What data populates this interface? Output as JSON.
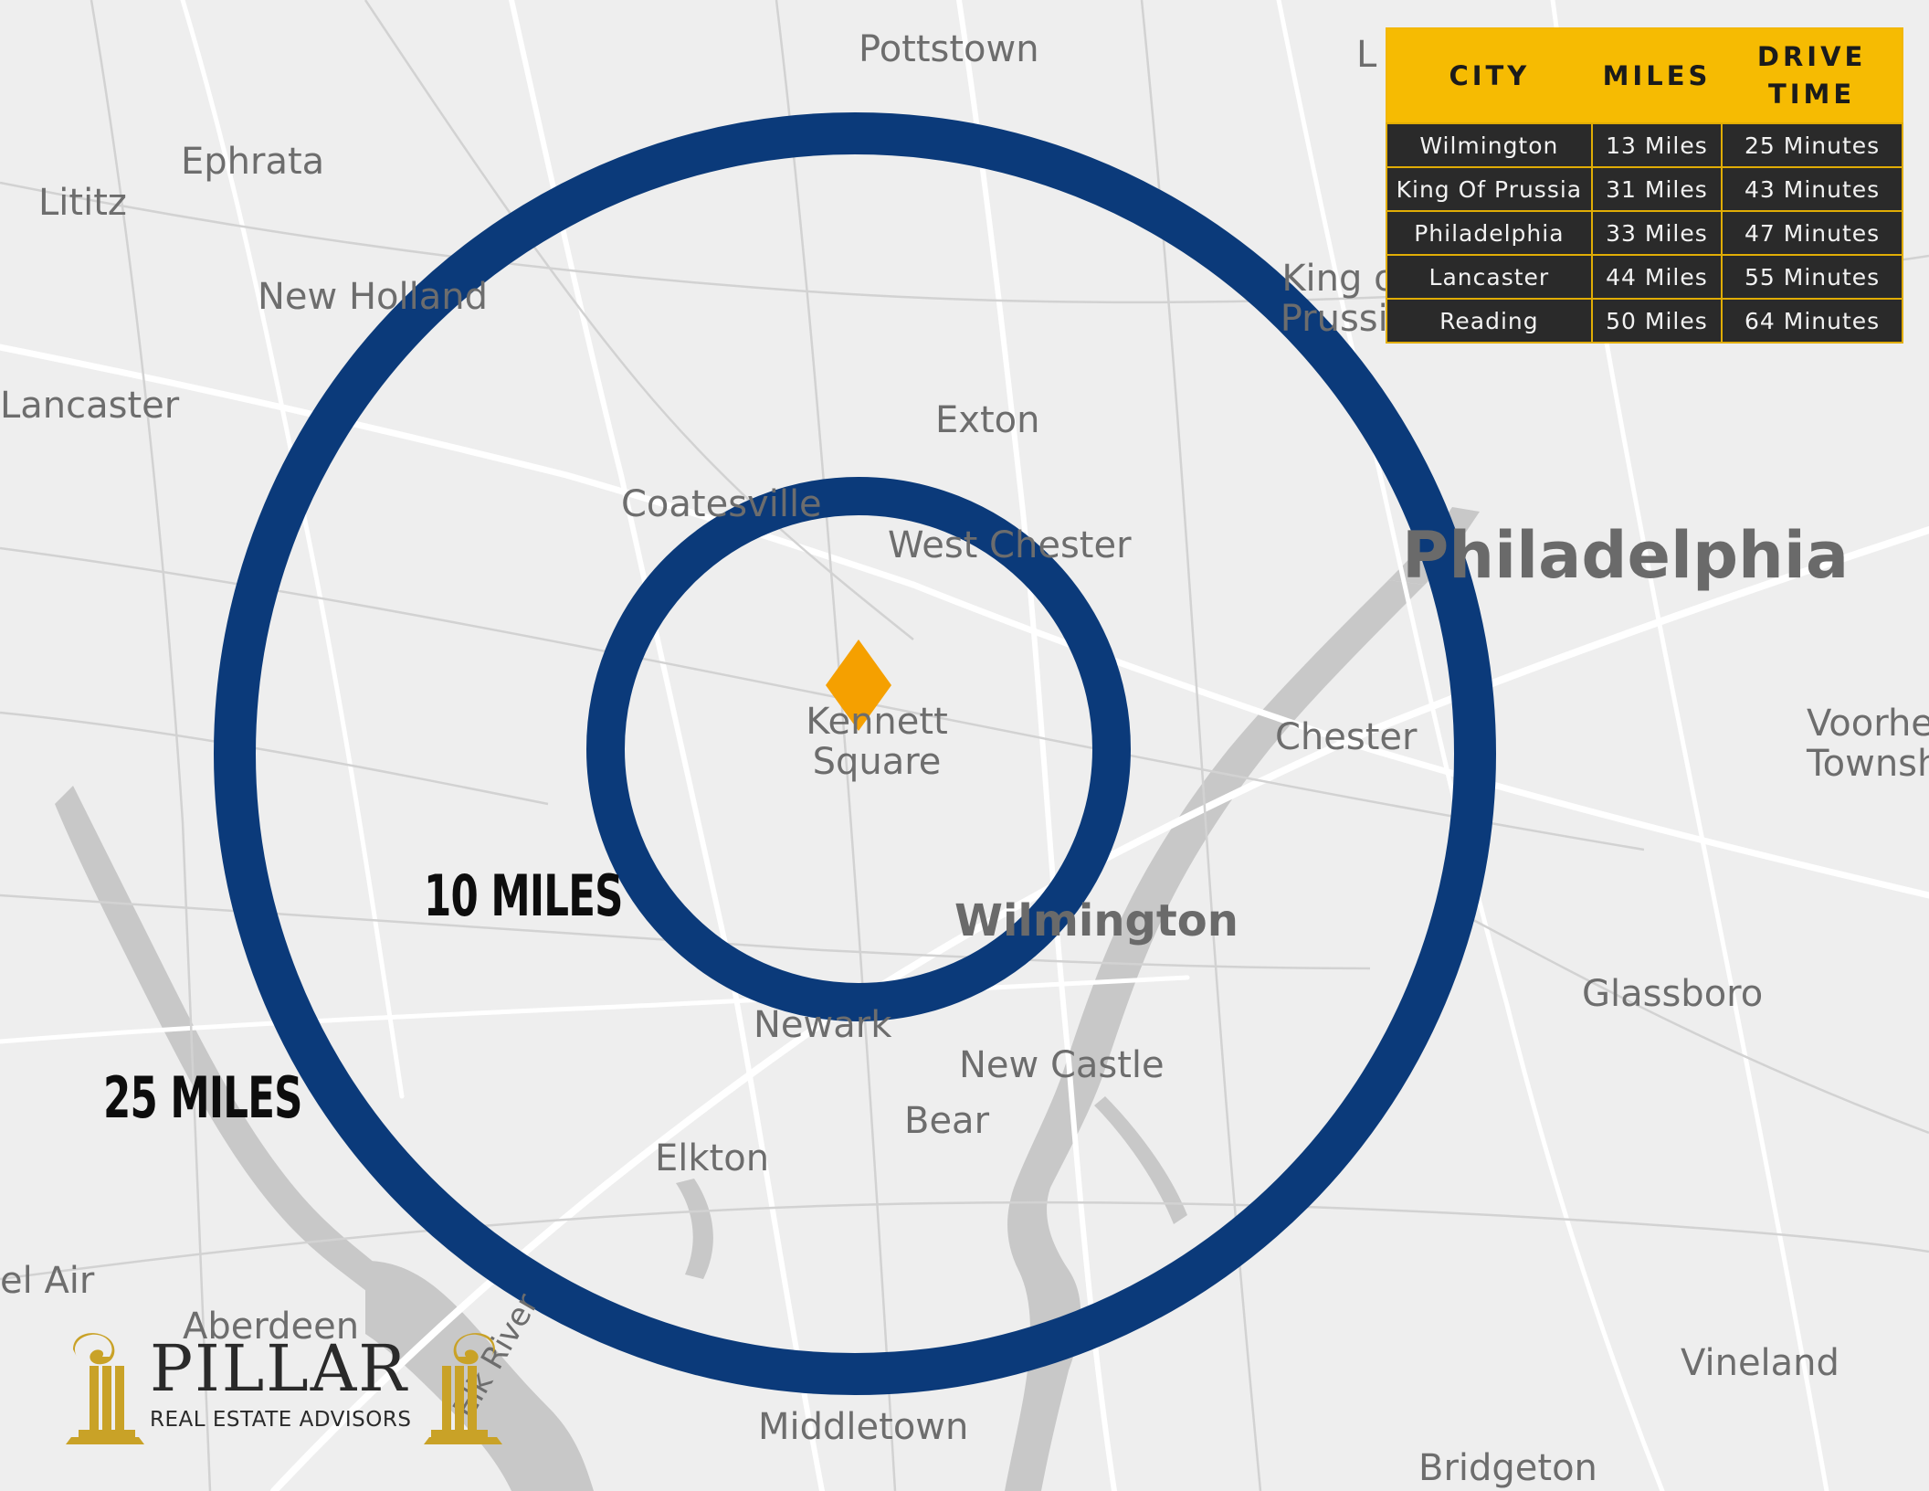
{
  "map": {
    "places": [
      {
        "id": "pottstown",
        "label": "Pottstown"
      },
      {
        "id": "ephrata",
        "label": "Ephrata"
      },
      {
        "id": "lititz",
        "label": "Lititz"
      },
      {
        "id": "new-holland",
        "label": "New Holland"
      },
      {
        "id": "lancaster",
        "label": "Lancaster"
      },
      {
        "id": "exton",
        "label": "Exton"
      },
      {
        "id": "coatesville",
        "label": "Coatesville"
      },
      {
        "id": "west-chester",
        "label": "West Chester"
      },
      {
        "id": "philadelphia",
        "label": "Philadelphia"
      },
      {
        "id": "king-of-prussia",
        "label": "King of Prussia"
      },
      {
        "id": "kennett-square",
        "label": "Kennett Square"
      },
      {
        "id": "chester",
        "label": "Chester"
      },
      {
        "id": "voorhees",
        "label": "Voorhees Townsh"
      },
      {
        "id": "wilmington",
        "label": "Wilmington"
      },
      {
        "id": "glassboro",
        "label": "Glassboro"
      },
      {
        "id": "newark",
        "label": "Newark"
      },
      {
        "id": "new-castle",
        "label": "New Castle"
      },
      {
        "id": "bear",
        "label": "Bear"
      },
      {
        "id": "elkton",
        "label": "Elkton"
      },
      {
        "id": "bel-air",
        "label": "el Air"
      },
      {
        "id": "aberdeen",
        "label": "Aberdeen"
      },
      {
        "id": "elk-river",
        "label": "Elk River"
      },
      {
        "id": "middletown",
        "label": "Middletown"
      },
      {
        "id": "vineland",
        "label": "Vineland"
      },
      {
        "id": "bridgeton",
        "label": "Bridgeton"
      },
      {
        "id": "l-partial",
        "label": "L"
      }
    ],
    "rings": [
      {
        "id": "ring-10",
        "label": "10 MILES",
        "radius_miles": 10
      },
      {
        "id": "ring-25",
        "label": "25 MILES",
        "radius_miles": 25
      }
    ],
    "center": "Kennett Square",
    "colors": {
      "ring": "#0b3a7a",
      "pin": "#f5a000",
      "land": "#eeeeee",
      "water": "#c7c7c7",
      "roads": "#ffffff"
    }
  },
  "table": {
    "headers": {
      "city": "CITY",
      "miles": "MILES",
      "drive_l1": "DRIVE",
      "drive_l2": "TIME"
    },
    "rows": [
      {
        "city": "Wilmington",
        "miles": "13 Miles",
        "drive": "25 Minutes"
      },
      {
        "city": "King Of Prussia",
        "miles": "31 Miles",
        "drive": "43 Minutes"
      },
      {
        "city": "Philadelphia",
        "miles": "33 Miles",
        "drive": "47 Minutes"
      },
      {
        "city": "Lancaster",
        "miles": "44 Miles",
        "drive": "55 Minutes"
      },
      {
        "city": "Reading",
        "miles": "50 Miles",
        "drive": "64 Minutes"
      }
    ],
    "colors": {
      "header": "#f6bb02",
      "body": "#2a2a2a",
      "border": "#e1ad05"
    }
  },
  "brand": {
    "name": "PILLAR",
    "tagline": "REAL ESTATE ADVISORS",
    "colors": {
      "gold": "#c9a227",
      "text": "#2a2a2a"
    }
  }
}
